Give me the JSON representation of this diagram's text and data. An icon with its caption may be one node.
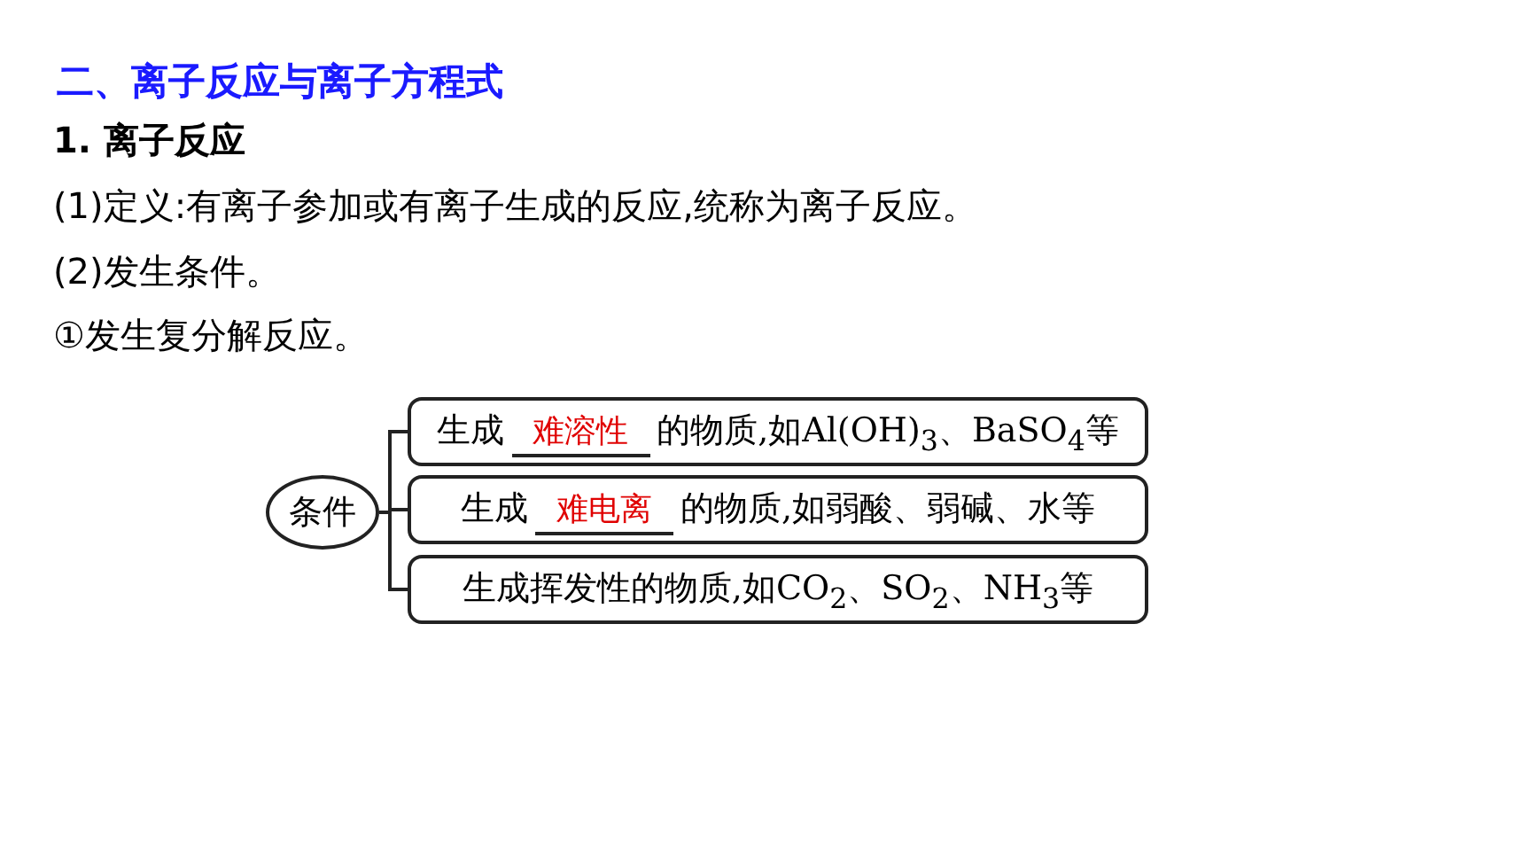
{
  "diagram": {
    "title": "二、离子反应与离子方程式",
    "nodes": [
      {
        "text": [
          "条件"
        ]
      },
      {
        "text": [
          "生成",
          "难溶性",
          "的物质,如Al(OH)$_{3}$、BaSO$_{4}$等"
        ]
      },
      {
        "text": [
          "生成",
          "难电离",
          "的物质,如弱酸、弱碱、水等"
        ]
      },
      {
        "text": [
          "生成挥发性的物质,如CO$_{2}$、SO$_{2}$、NH$_{3}$等"
        ]
      }
    ],
    "edges": [
      {
        "from": 0,
        "to": 1,
        "arrow": "none"
      },
      {
        "from": 0,
        "to": 2,
        "arrow": "none"
      },
      {
        "from": 0,
        "to": 3,
        "arrow": "none"
      }
    ],
    "labels": [
      "1. 离子反应",
      "(1)定义:有离子参加或有离子生成的反应,统称为离子反应。",
      "(2)发生条件。",
      "①发生复分解反应。"
    ]
  }
}
